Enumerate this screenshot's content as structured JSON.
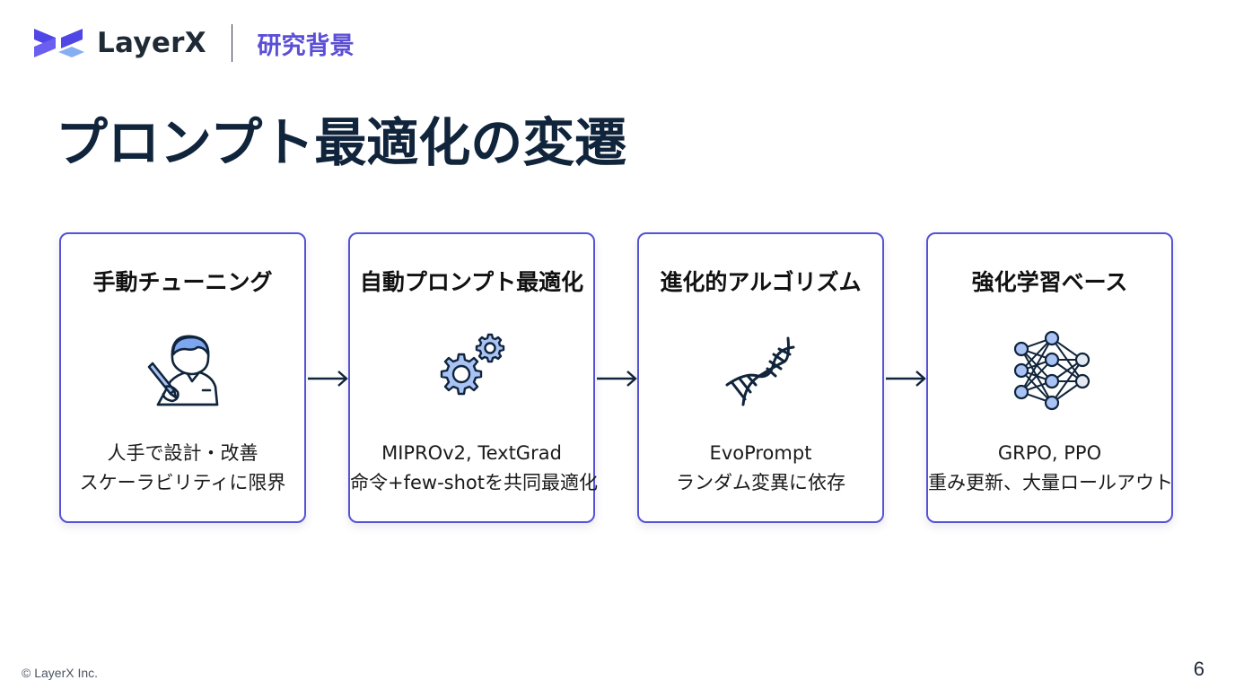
{
  "header": {
    "brand": "LayerX",
    "section": "研究背景",
    "colors": {
      "brand_purple": "#5552d6",
      "logo_light": "#7da6f0",
      "text_dark": "#10243b"
    }
  },
  "title": "プロンプト最適化の変遷",
  "stages": [
    {
      "title": "手動チューニング",
      "icon": "person-writing-icon",
      "lines": [
        "人手で設計・改善",
        "スケーラビリティに限界"
      ]
    },
    {
      "title": "自動プロンプト最適化",
      "icon": "gears-icon",
      "lines": [
        "MIPROv2, TextGrad",
        "命令+few-shotを共同最適化"
      ]
    },
    {
      "title": "進化的アルゴリズム",
      "icon": "dna-icon",
      "lines": [
        "EvoPrompt",
        "ランダム変異に依存"
      ]
    },
    {
      "title": "強化学習ベース",
      "icon": "neural-network-icon",
      "lines": [
        "GRPO, PPO",
        "重み更新、大量ロールアウト"
      ]
    }
  ],
  "footer": {
    "copyright": "© LayerX Inc.",
    "page_number": "6"
  }
}
